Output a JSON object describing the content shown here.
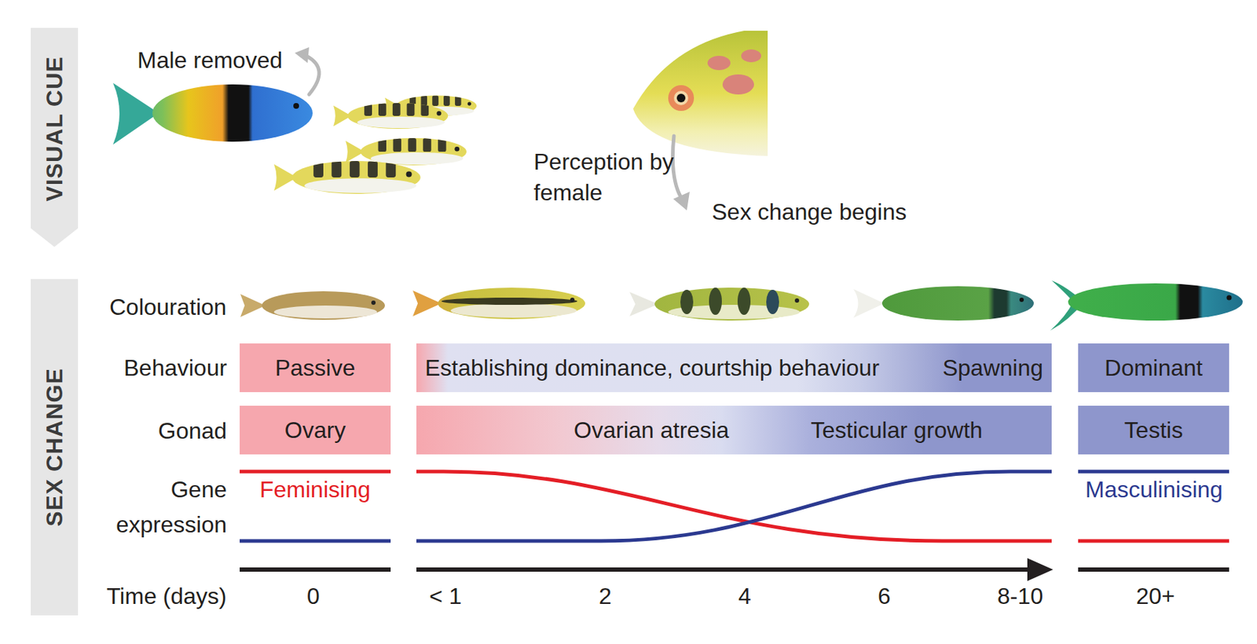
{
  "diagram": {
    "nodes": [
      {
        "text": [
          "VISUAL CUE"
        ]
      },
      {
        "text": [
          "SEX CHANGE"
        ]
      },
      {
        "text": [
          "Passive"
        ]
      },
      {
        "text": [
          "Establishing dominance, courtship behaviour",
          "Spawning"
        ]
      },
      {
        "text": [
          "Dominant"
        ]
      },
      {
        "text": [
          "Ovary"
        ]
      },
      {
        "text": [
          "Ovarian atresia",
          "Testicular growth"
        ]
      },
      {
        "text": [
          "Testis"
        ]
      }
    ],
    "labels": [
      "Male removed",
      "Perception by female",
      "Sex change begins",
      "Colouration",
      "Behaviour",
      "Gonad",
      "Gene expression",
      "Feminising",
      "Masculinising",
      "Time (days)",
      "0",
      "< 1",
      "2",
      "4",
      "6",
      "8-10",
      "20+"
    ]
  }
}
